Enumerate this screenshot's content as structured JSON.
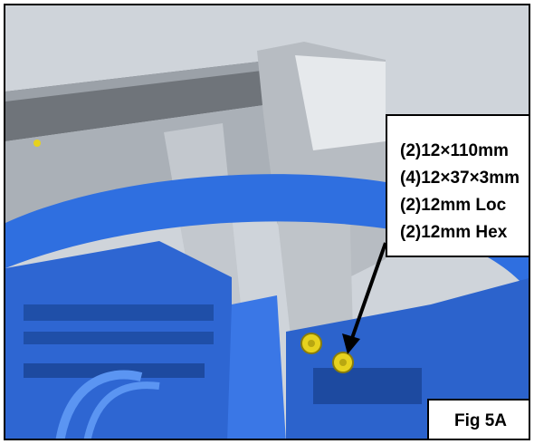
{
  "callout": {
    "lines": [
      "(2)12×110mm",
      "(4)12×37×3mm",
      "(2)12mm Loc",
      "(2)12mm Hex"
    ]
  },
  "figure": {
    "label": "Fig 5A"
  },
  "colors": {
    "frame_blue": "#2f6fe0",
    "hardware_yellow": "#e6d21e",
    "panel_grey": "#c9ced3"
  }
}
